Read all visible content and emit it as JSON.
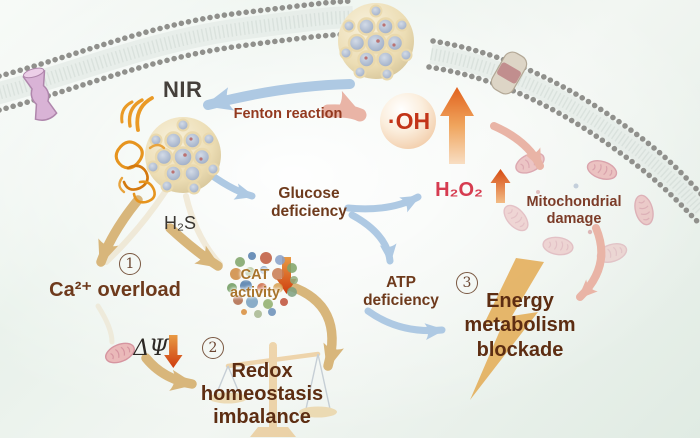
{
  "figure": {
    "labels": {
      "nir": "NIR",
      "fenton_reaction": "Fenton reaction",
      "hydroxyl_radical": "·OH",
      "h2o2": "H₂O₂",
      "glucose_deficiency": "Glucose\ndeficiency",
      "mitochondrial_damage": "Mitochondrial\ndamage",
      "atp_deficiency": "ATP\ndeficiency",
      "h2s": "H₂S",
      "ca_overload": "Ca²⁺ overload",
      "cat_activity": "CAT\nactivity",
      "delta_psi": "ΔΨ",
      "redox_imbalance": "Redox\nhomeostasis\nimbalance",
      "energy_blockade": "Energy\nmetabolism\nblockade"
    },
    "steps": {
      "one": "1",
      "two": "2",
      "three": "3"
    },
    "colors": {
      "brown_text": "#6e3a1c",
      "dark_brown_text": "#5d2d12",
      "h2o2_text": "#d63c50",
      "hydroxyl_text": "#c23418",
      "fenton_text": "#93391f",
      "cat_text": "#a8742c",
      "gold_arrow": "#d8b67b",
      "blue_arrow": "#aec9e3",
      "pink_arrow": "#e9b4a6",
      "red_arrow": "#cf3c0e",
      "background_tint": "#e3ede5"
    }
  }
}
